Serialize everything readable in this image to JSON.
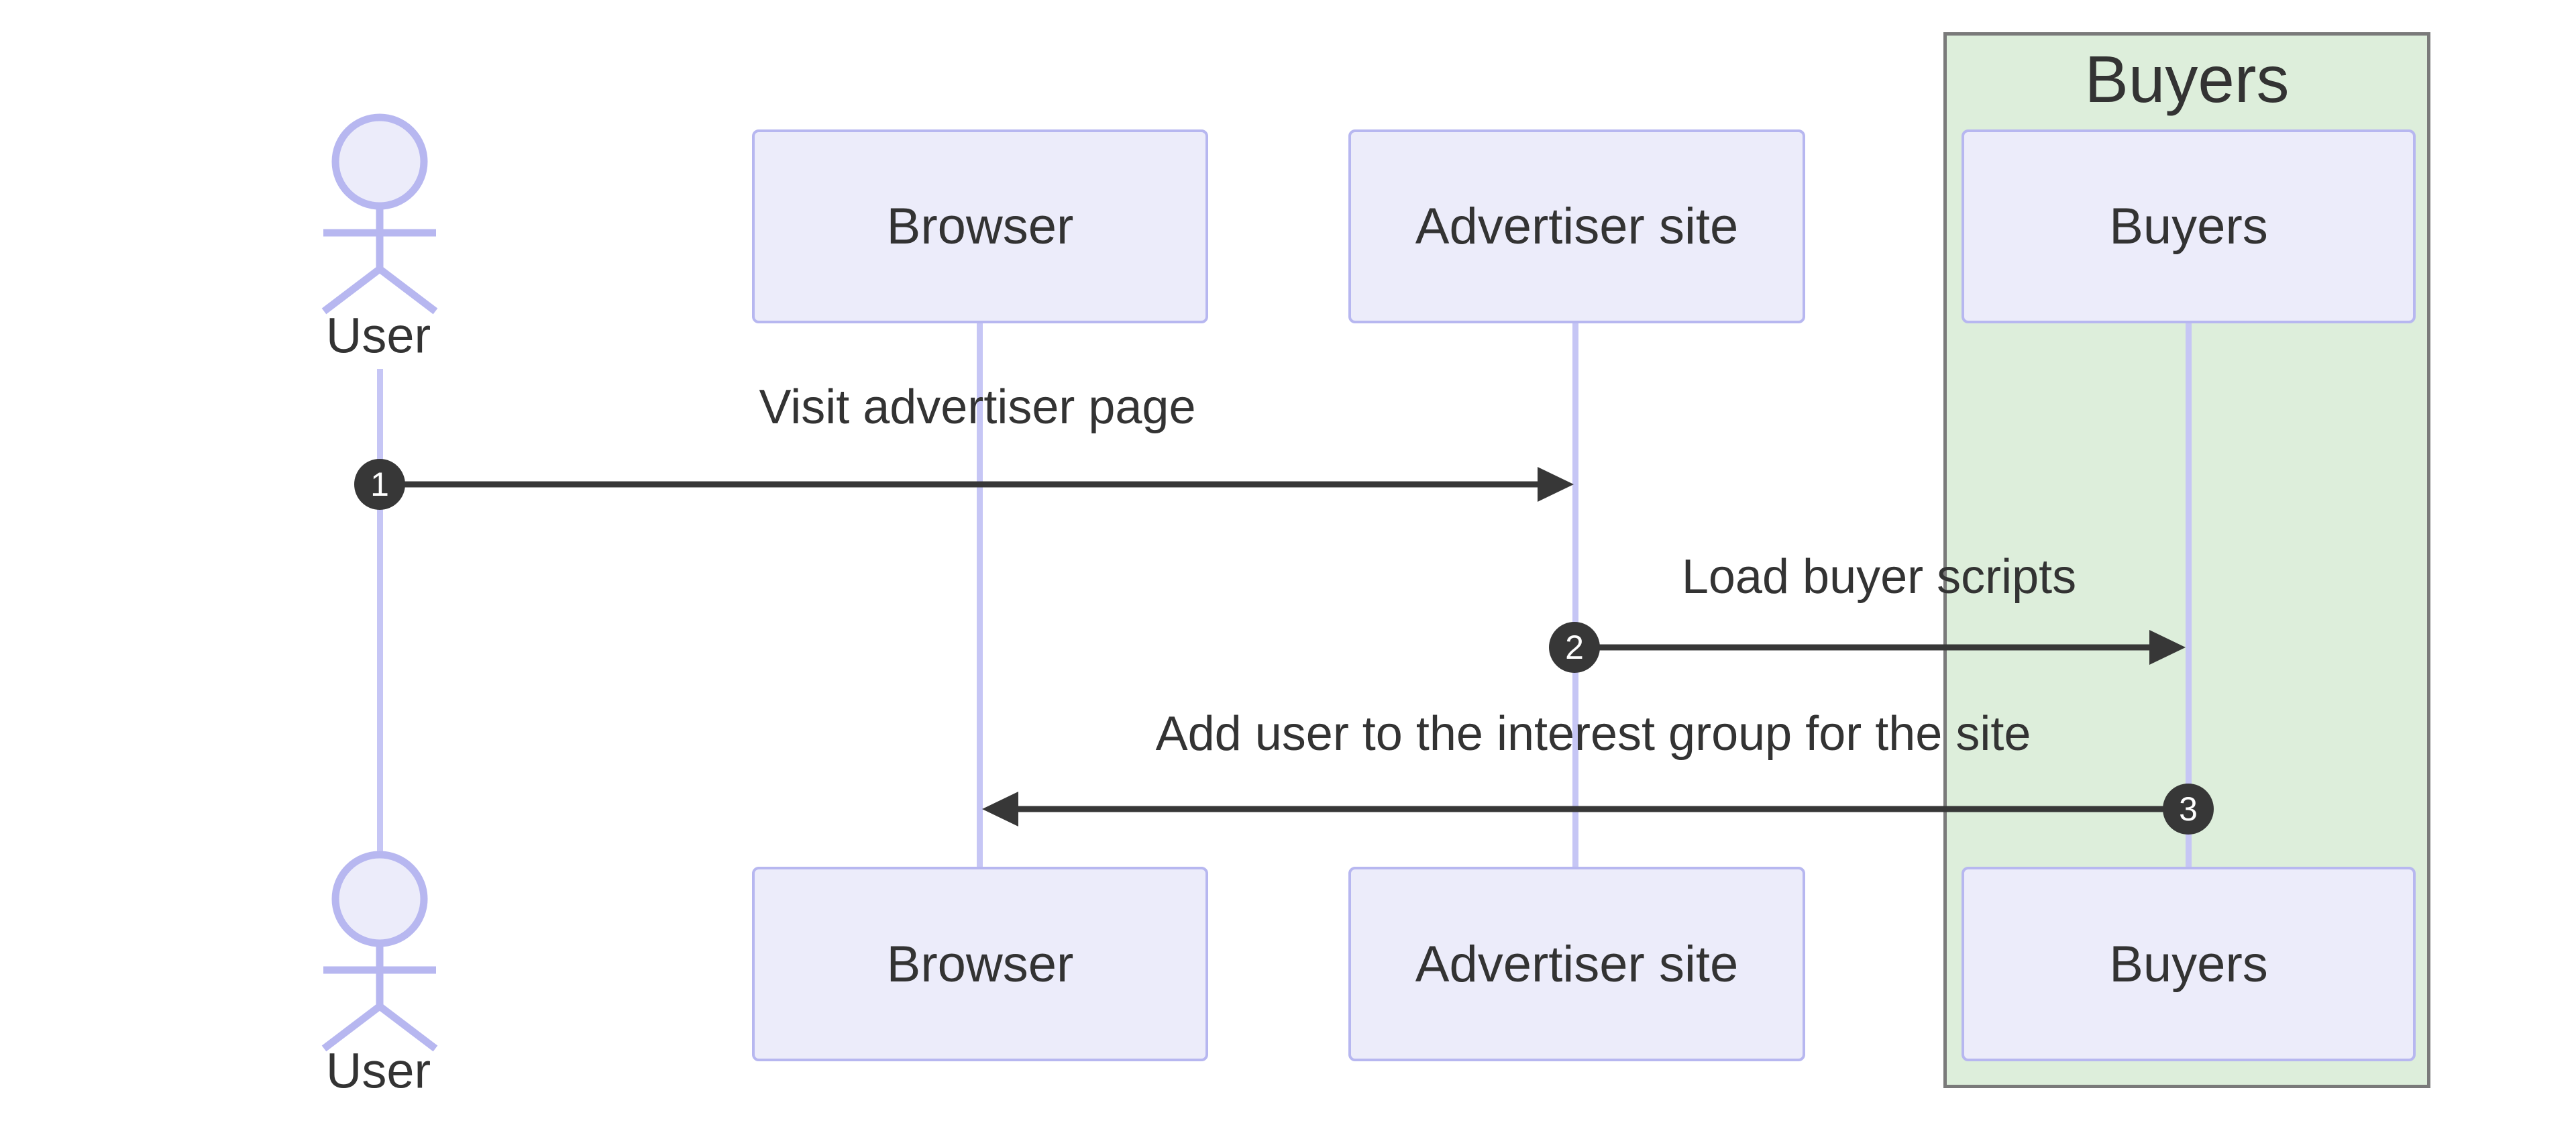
{
  "diagram_type": "sequence-diagram",
  "participants": {
    "user": {
      "label": "User",
      "kind": "actor"
    },
    "browser": {
      "label": "Browser",
      "kind": "participant"
    },
    "advertiser": {
      "label": "Advertiser site",
      "kind": "participant"
    },
    "buyers": {
      "label": "Buyers",
      "kind": "participant"
    }
  },
  "group": {
    "title": "Buyers"
  },
  "messages": [
    {
      "seq": "1",
      "text": "Visit advertiser page",
      "from": "User",
      "to": "Advertiser site",
      "direction": "right"
    },
    {
      "seq": "2",
      "text": "Load buyer scripts",
      "from": "Advertiser site",
      "to": "Buyers",
      "direction": "right"
    },
    {
      "seq": "3",
      "text": "Add user to the interest group for the site",
      "from": "Buyers",
      "to": "Browser",
      "direction": "left"
    }
  ],
  "colors": {
    "actor_fill": "#ECECFA",
    "actor_border": "#B7B7F0",
    "lifeline": "#C6C6F5",
    "group_fill": "#DDEEDB",
    "group_border": "#7A7A7A",
    "arrow": "#373737",
    "text": "#333333",
    "badge_text": "#FFFFFF",
    "background": "#FFFFFF"
  }
}
